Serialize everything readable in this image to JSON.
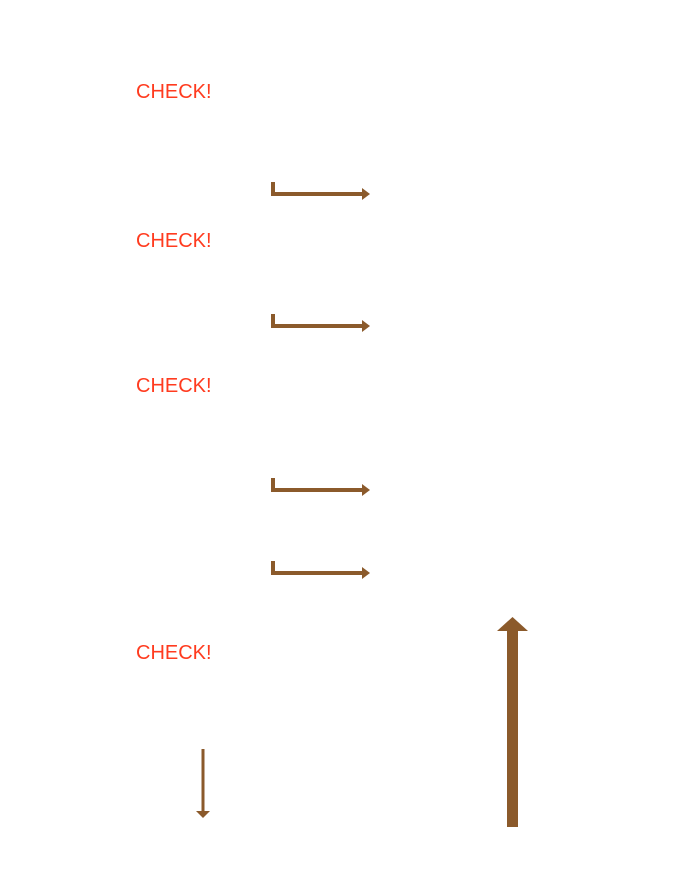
{
  "labels": {
    "check_1": "CHECK!",
    "check_2": "CHECK!",
    "check_3": "CHECK!",
    "check_4": "CHECK!"
  },
  "colors": {
    "label_text": "#ff3b1f",
    "arrow": "#8b5a2b",
    "background": "#ffffff"
  },
  "icons": {
    "elbow_arrows": [
      "elbow-right-arrow-icon",
      "elbow-right-arrow-icon",
      "elbow-right-arrow-icon",
      "elbow-right-arrow-icon"
    ],
    "small_arrow": "down-arrow-icon",
    "large_arrow": "up-arrow-icon"
  }
}
